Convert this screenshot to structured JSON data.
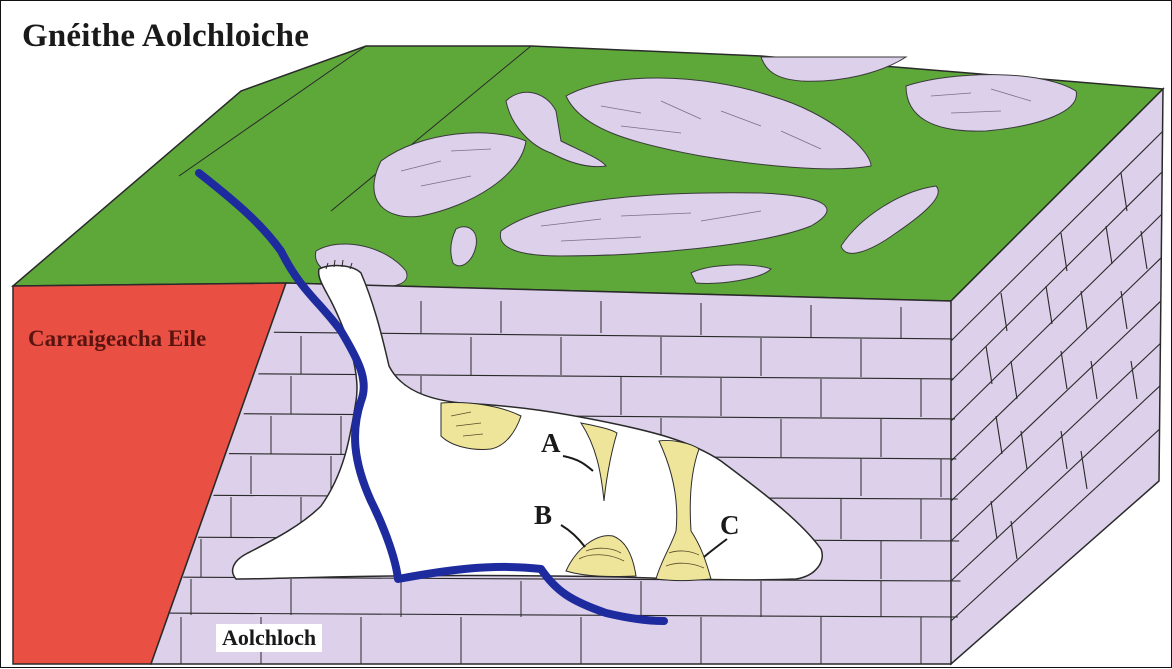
{
  "diagram": {
    "title": "Gnéithe Aolchloiche",
    "labels": {
      "other_rocks": "Carraigeacha Eile",
      "limestone": "Aolchloch"
    },
    "markers": {
      "a": "A",
      "b": "B",
      "c": "C"
    },
    "colors": {
      "grass": "#5ea83a",
      "limestone": "#dcd0ea",
      "other_rock": "#e94f43",
      "river": "#1e2b9e",
      "cave": "#ffffff",
      "formations": "#efe59a",
      "lines": "#2a2a2a"
    }
  }
}
